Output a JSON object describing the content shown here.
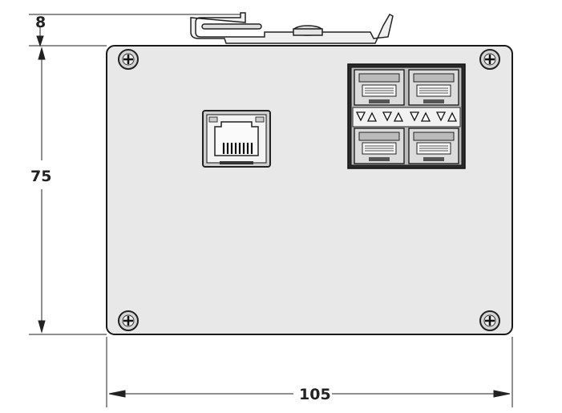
{
  "dimensions": {
    "top_offset": "8",
    "height": "75",
    "width": "105"
  },
  "device": {
    "panel_color": "#e8e8e8",
    "outline_color": "#1a1a1a",
    "port_rj45": {
      "icon": "rj45-port-icon"
    },
    "sfp_cage": {
      "icon": "sfp-cage-2x2-icon",
      "port_count": 4
    },
    "screws": [
      "top-left",
      "top-right",
      "bottom-left",
      "bottom-right"
    ]
  }
}
